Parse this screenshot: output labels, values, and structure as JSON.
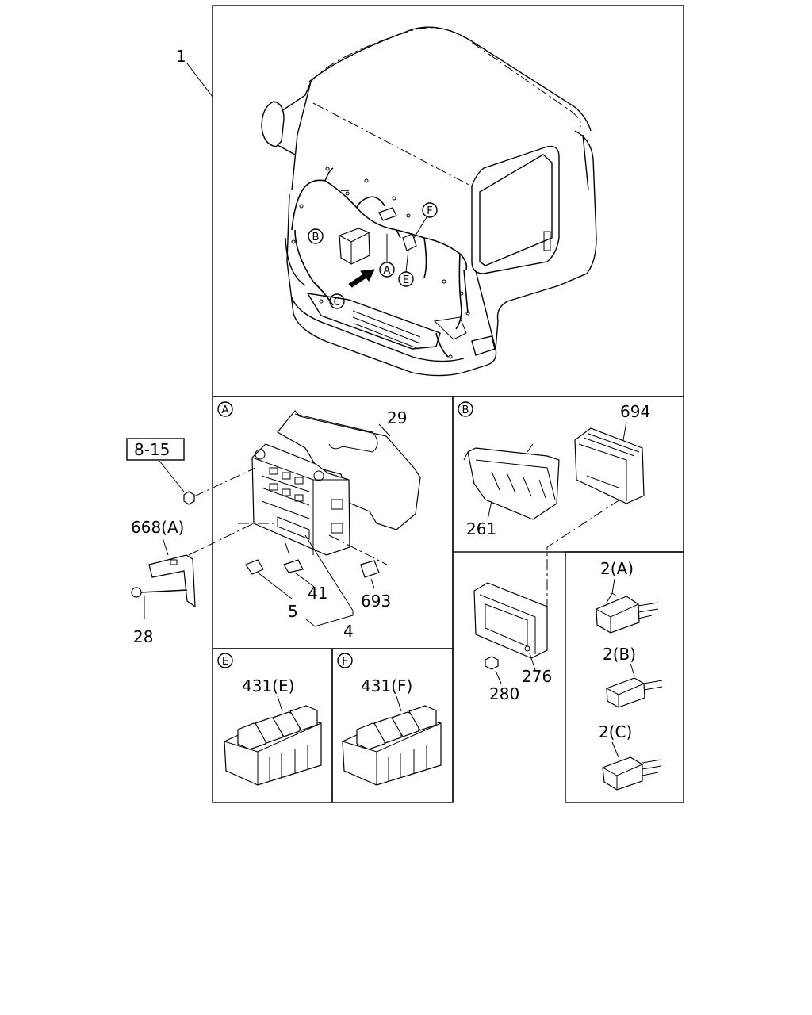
{
  "callouts": {
    "cab_assembly": "1",
    "ref_box": "8-15",
    "cover": "29",
    "bracket": "668(A)",
    "bolt": "28",
    "relay_small": "41",
    "fuse": "5",
    "fuse_group": "4",
    "relay_693": "693",
    "tray": "261",
    "controller_694": "694",
    "ecu": "276",
    "nut": "280",
    "relay_2a": "2(A)",
    "relay_2b": "2(B)",
    "relay_2c": "2(C)",
    "relay_block_e": "431(E)",
    "relay_block_f": "431(F)"
  },
  "markers": {
    "a": "A",
    "b": "B",
    "c": "C",
    "e": "E",
    "f": "F"
  }
}
